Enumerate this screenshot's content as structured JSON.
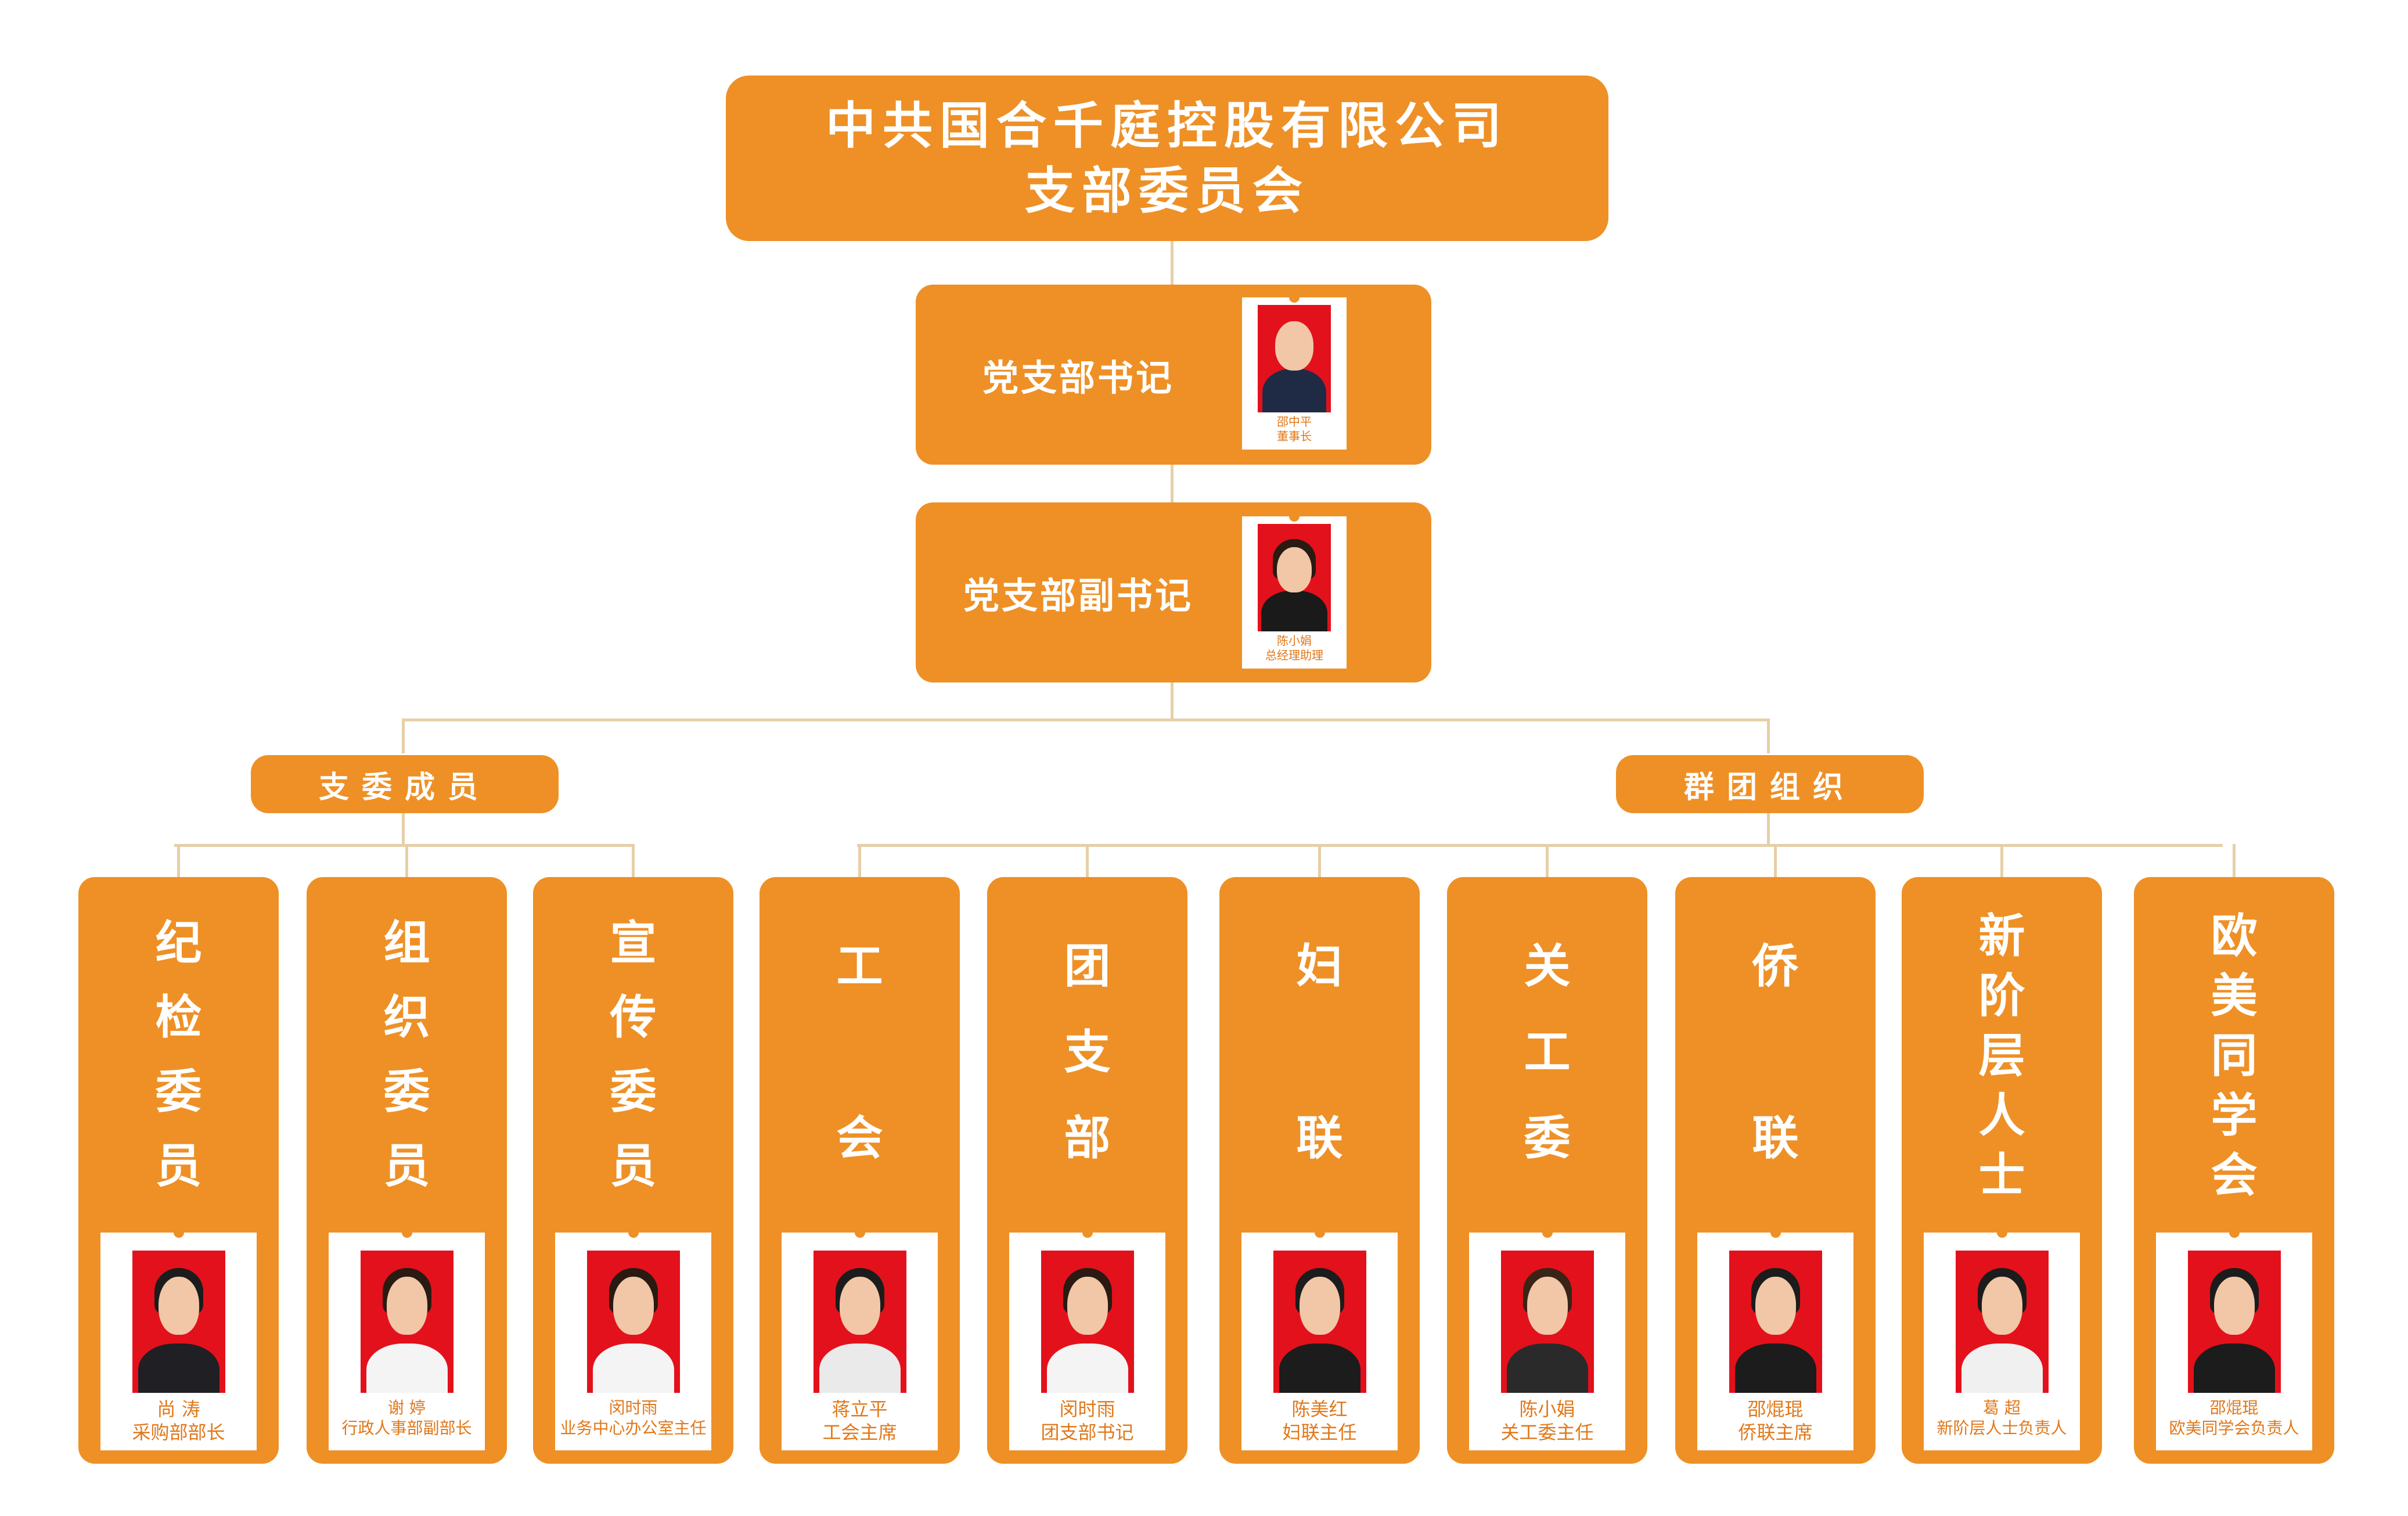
{
  "top": {
    "line1": "中共国合千庭控股有限公司",
    "line2": "支部委员会"
  },
  "secretary": {
    "title": "党支部书记",
    "name": "邵中平",
    "role": "董事长"
  },
  "deputy": {
    "title": "党支部副书记",
    "name": "陈小娟",
    "role": "总经理助理"
  },
  "groups": {
    "left": "支委成员",
    "right": "群团组织"
  },
  "columns": [
    {
      "chars": [
        "纪",
        "检",
        "委",
        "员"
      ],
      "name": "尚 涛",
      "role": "采购部部长"
    },
    {
      "chars": [
        "组",
        "织",
        "委",
        "员"
      ],
      "name": "谢 婷",
      "role": "行政人事部副部长"
    },
    {
      "chars": [
        "宣",
        "传",
        "委",
        "员"
      ],
      "name": "闵时雨",
      "role": "业务中心办公室主任"
    },
    {
      "chars": [
        "工",
        "",
        "会"
      ],
      "name": "蒋立平",
      "role": "工会主席"
    },
    {
      "chars": [
        "团",
        "支",
        "部"
      ],
      "name": "闵时雨",
      "role": "团支部书记"
    },
    {
      "chars": [
        "妇",
        "",
        "联"
      ],
      "name": "陈美红",
      "role": "妇联主任"
    },
    {
      "chars": [
        "关",
        "工",
        "委"
      ],
      "name": "陈小娟",
      "role": "关工委主任"
    },
    {
      "chars": [
        "侨",
        "",
        "联"
      ],
      "name": "邵焜琨",
      "role": "侨联主席"
    },
    {
      "chars": [
        "新",
        "阶",
        "层",
        "人",
        "士"
      ],
      "name": "葛 超",
      "role": "新阶层人士负责人"
    },
    {
      "chars": [
        "欧",
        "美",
        "同",
        "学",
        "会"
      ],
      "name": "邵焜琨",
      "role": "欧美同学会负责人"
    }
  ],
  "colors": {
    "accent": "#ee9026",
    "photo_bg": "#e3111b",
    "caption": "#e0781a",
    "connector": "#e6cfa8"
  }
}
